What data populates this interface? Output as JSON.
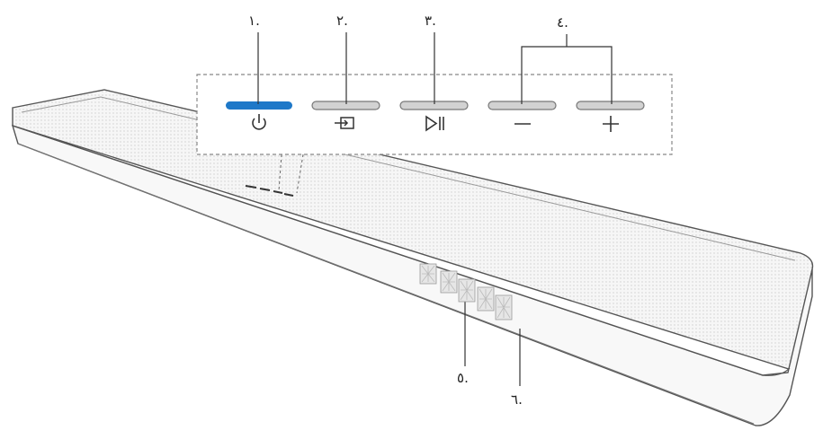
{
  "callouts": [
    {
      "id": "1",
      "text": ".١"
    },
    {
      "id": "2",
      "text": ".٢"
    },
    {
      "id": "3",
      "text": ".٣"
    },
    {
      "id": "4",
      "text": ".٤"
    },
    {
      "id": "5",
      "text": ".٥"
    },
    {
      "id": "6",
      "text": ".٦"
    }
  ],
  "buttons": [
    {
      "name": "power",
      "icon": "power-icon",
      "active": true
    },
    {
      "name": "source",
      "icon": "source-input-icon",
      "active": false
    },
    {
      "name": "play-pause",
      "icon": "play-pause-icon",
      "active": false
    },
    {
      "name": "volume-down",
      "icon": "minus-icon",
      "active": false
    },
    {
      "name": "volume-up",
      "icon": "plus-icon",
      "active": false
    }
  ],
  "colors": {
    "accent": "#1e78c8",
    "button": "#b4b4b4",
    "outline": "#555555",
    "grille": "#f3f3f3"
  }
}
